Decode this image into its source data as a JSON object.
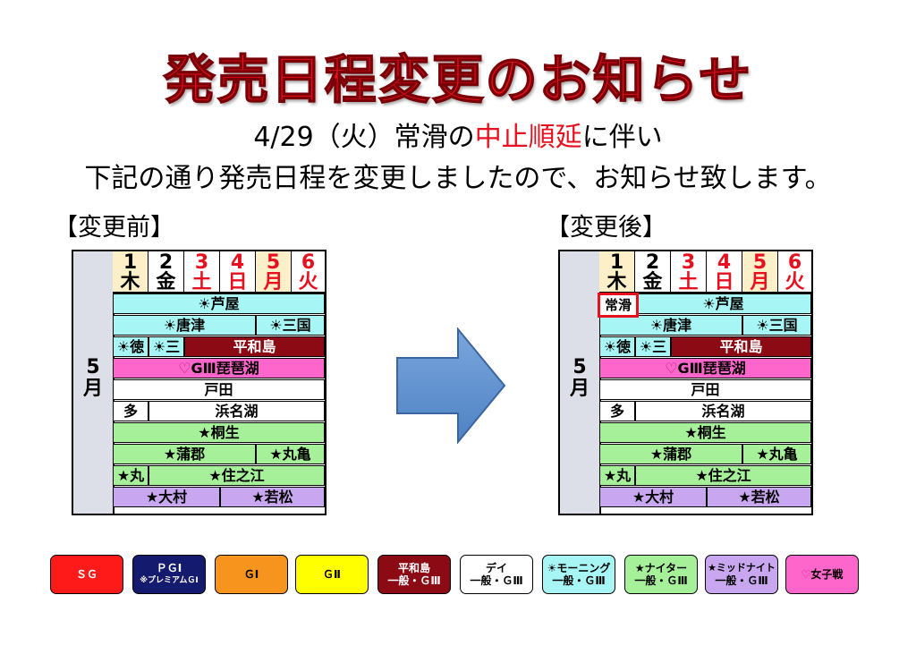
{
  "title": "発売日程変更のお知らせ",
  "notice": {
    "line1_before": "4/29（火）常滑の",
    "line1_highlight": "中止順延",
    "line1_after": "に伴い",
    "line2": "下記の通り発売日程を変更しましたので、お知らせ致します。"
  },
  "before_label": "【変更前】",
  "after_label": "【変更後】",
  "colors": {
    "title_red": "#e8101e",
    "cyan": "#a8f5f5",
    "green": "#a6f09a",
    "maroon": "#8b0a14",
    "pink": "#ff66cc",
    "purple": "#c9a6f0",
    "arrow": "#5b8fd0"
  },
  "calendar": {
    "month": "5月",
    "days": [
      {
        "num": "1",
        "dow": "木"
      },
      {
        "num": "2",
        "dow": "金"
      },
      {
        "num": "3",
        "dow": "土"
      },
      {
        "num": "4",
        "dow": "日"
      },
      {
        "num": "5",
        "dow": "月"
      },
      {
        "num": "6",
        "dow": "火"
      }
    ],
    "events": {
      "ashiya": "☀芦屋",
      "karatsu": "☀唐津",
      "mikuni": "☀三国",
      "toku": "☀徳",
      "mi": "☀三",
      "heiwajima": "平和島",
      "biwako": "GⅢ琵琶湖",
      "toda": "戸田",
      "ta": "多",
      "hamanako": "浜名湖",
      "kiryu": "★桐生",
      "gamagori": "★蒲郡",
      "marugame": "★丸亀",
      "maru": "★丸",
      "suminoe": "★住之江",
      "omura": "★大村",
      "wakamatsu": "★若松"
    },
    "added_event": "常滑"
  },
  "legend": [
    {
      "line1": "ＳＧ",
      "line2": ""
    },
    {
      "line1": "ＰＧⅠ",
      "line2": "※プレミアムＧⅠ"
    },
    {
      "line1": "ＧⅠ",
      "line2": ""
    },
    {
      "line1": "ＧⅡ",
      "line2": ""
    },
    {
      "line1": "平和島",
      "line2": "一般・ＧⅢ"
    },
    {
      "line1": "デイ",
      "line2": "一般・ＧⅢ"
    },
    {
      "line1": "☀モーニング",
      "line2": "一般・ＧⅢ"
    },
    {
      "line1": "★ナイター",
      "line2": "一般・ＧⅢ"
    },
    {
      "line1": "★ミッドナイト",
      "line2": "一般・ＧⅢ"
    },
    {
      "line1": "女子戦",
      "line2": ""
    }
  ]
}
